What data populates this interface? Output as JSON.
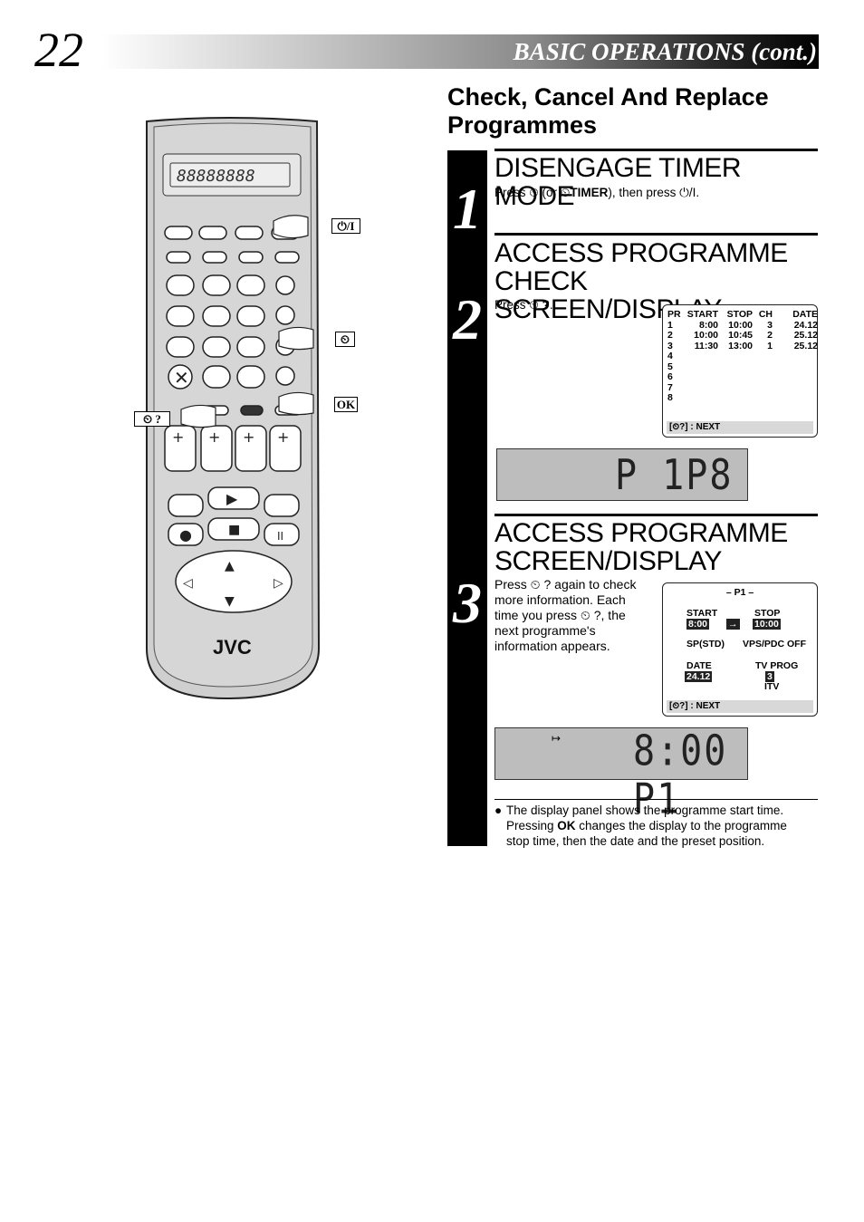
{
  "header": {
    "page_number": "22",
    "section_title": "BASIC OPERATIONS (cont.)"
  },
  "main_heading": "Check, Cancel And Replace Programmes",
  "colors": {
    "bar": "#000000",
    "lcd": "#bdbdbd",
    "osd_footer": "#d8d8d8"
  },
  "steps": [
    {
      "number": "1",
      "title": "DISENGAGE TIMER MODE",
      "text_parts": [
        "Press ",
        "clock-icon",
        " (or ",
        "clock-icon",
        "TIMER",
        "), then press ",
        "power-icon",
        "."
      ]
    },
    {
      "number": "2",
      "title": "ACCESS PROGRAMME CHECK SCREEN/DISPLAY",
      "text": "Press",
      "osd_table": {
        "headers": [
          "PR",
          "START",
          "STOP",
          "CH",
          "DATE"
        ],
        "rows": [
          [
            "1",
            "8:00",
            "10:00",
            "3",
            "24.12"
          ],
          [
            "2",
            "10:00",
            "10:45",
            "2",
            "25.12"
          ],
          [
            "3",
            "11:30",
            "13:00",
            "1",
            "25.12"
          ],
          [
            "4",
            "",
            "",
            "",
            ""
          ],
          [
            "5",
            "",
            "",
            "",
            ""
          ],
          [
            "6",
            "",
            "",
            "",
            ""
          ],
          [
            "7",
            "",
            "",
            "",
            ""
          ],
          [
            "8",
            "",
            "",
            "",
            ""
          ]
        ],
        "footer": ": NEXT"
      },
      "lcd": "P 1P8"
    },
    {
      "number": "3",
      "title": "ACCESS PROGRAMME SCREEN/DISPLAY",
      "text": "Press ⏲ ? again to check more information. Each time you press ⏲ ?, the next programme's information appears.",
      "osd_detail": {
        "title": "– P1 –",
        "start_label": "START",
        "start_value": "8:00",
        "stop_label": "STOP",
        "stop_value": "10:00",
        "mode": "SP(STD)",
        "vps": "VPS/PDC OFF",
        "date_label": "DATE",
        "date_value": "24.12",
        "tvprog_label": "TV PROG",
        "tvprog_value": "3",
        "channel_name": "ITV",
        "footer": ": NEXT"
      },
      "lcd": "8:00  P1"
    }
  ],
  "note": {
    "part1": "The display panel shows the programme start time. Pressing ",
    "bold": "OK",
    "part2": " changes the display to the programme stop time, then the date and the preset position."
  },
  "remote": {
    "brand": "JVC",
    "callouts": {
      "power": "⏻/I",
      "timer": "⏲",
      "ok": "OK",
      "check": "⏲ ?"
    }
  }
}
